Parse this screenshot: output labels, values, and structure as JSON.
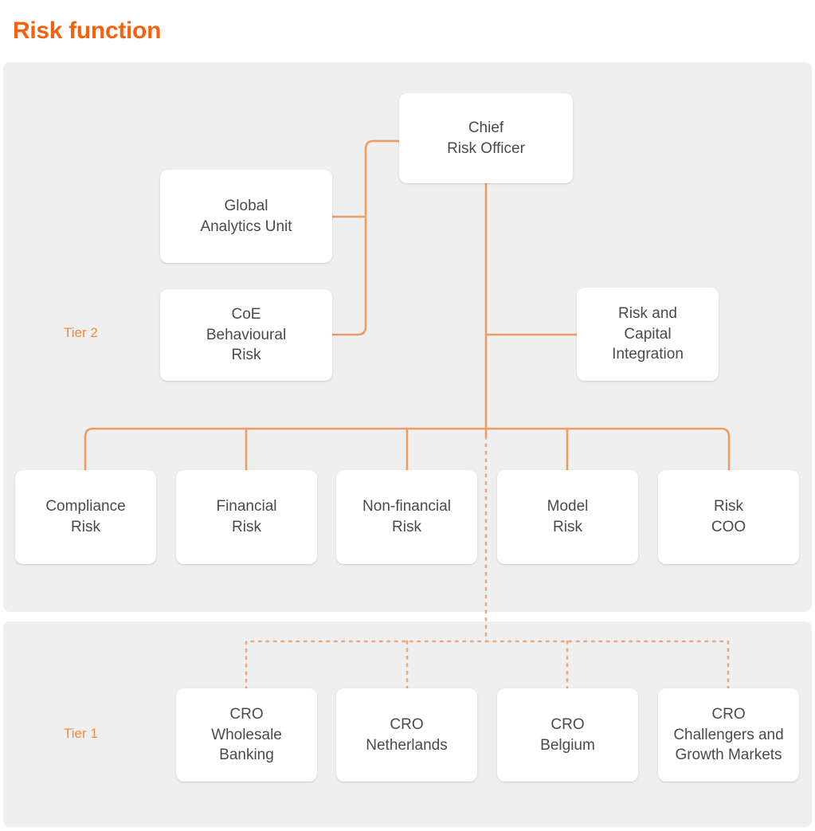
{
  "page": {
    "title": "Risk function",
    "title_color": "#F4620F",
    "panel_bg": "#EFEFEF",
    "node_bg": "#FFFFFF",
    "node_text_color": "#4A4A4A",
    "connector_color": "#EE9A63",
    "connector_dotted_color": "#E9A882"
  },
  "tiers": [
    {
      "id": "tier-2",
      "label": "Tier 2"
    },
    {
      "id": "tier-1",
      "label": "Tier 1"
    }
  ],
  "nodes": {
    "cro": "Chief\nRisk Officer",
    "global_analytics_unit": "Global\nAnalytics Unit",
    "coe_behavioural_risk": "CoE\nBehavioural\nRisk",
    "risk_capital_integration": "Risk and\nCapital\nIntegration",
    "compliance_risk": "Compliance\nRisk",
    "financial_risk": "Financial\nRisk",
    "non_financial_risk": "Non-financial\nRisk",
    "model_risk": "Model\nRisk",
    "risk_coo": "Risk\nCOO",
    "cro_wholesale_banking": "CRO\nWholesale\nBanking",
    "cro_netherlands": "CRO\nNetherlands",
    "cro_belgium": "CRO\nBelgium",
    "cro_challengers_growth": "CRO\nChallengers and\nGrowth Markets"
  }
}
